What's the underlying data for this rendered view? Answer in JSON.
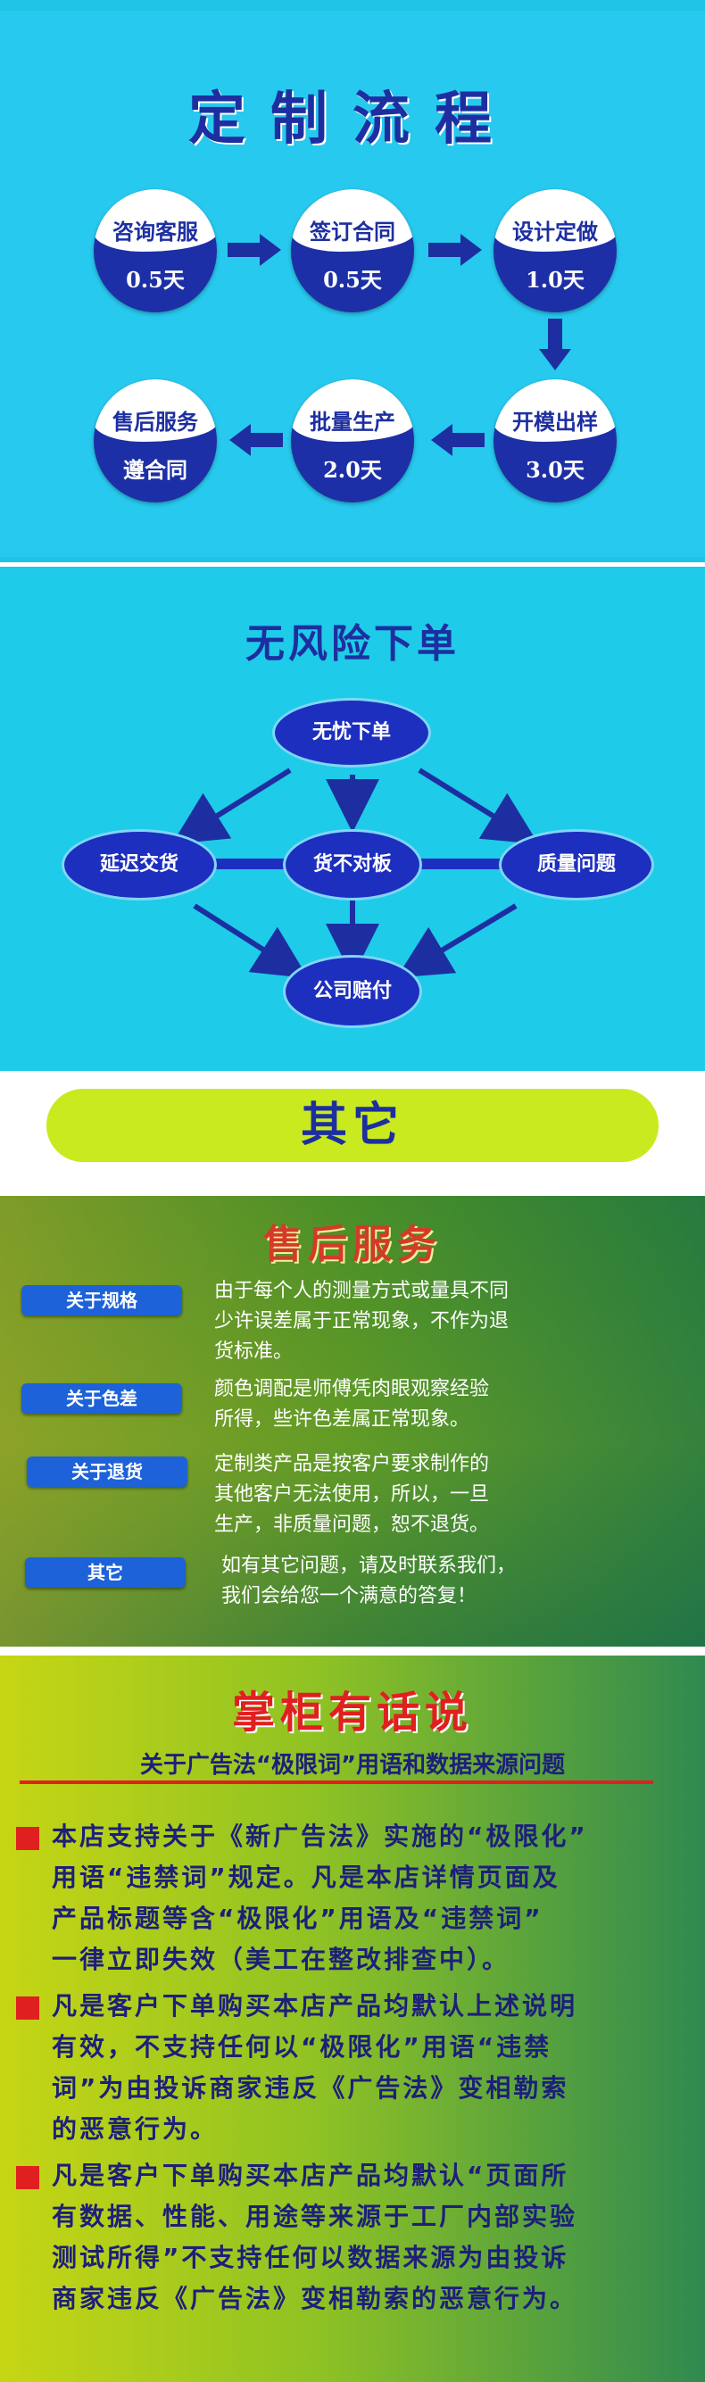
{
  "process": {
    "title": "定制流程",
    "steps": [
      {
        "name": "咨询客服",
        "value": "0.5天"
      },
      {
        "name": "签订合同",
        "value": "0.5天"
      },
      {
        "name": "设计定做",
        "value": "1.0天"
      },
      {
        "name": "开模出样",
        "value": "3.0天"
      },
      {
        "name": "批量生产",
        "value": "2.0天"
      },
      {
        "name": "售后服务",
        "value": "遵合同"
      }
    ]
  },
  "risk": {
    "title": "无风险下单",
    "nodes": {
      "top": "无忧下单",
      "left": "延迟交货",
      "center": "货不对板",
      "right": "质量问题",
      "bottom": "公司赔付"
    }
  },
  "other": {
    "title": "其它"
  },
  "after_sales": {
    "title": "售后服务",
    "items": [
      {
        "tag": "关于规格",
        "lines": [
          "由于每个人的测量方式或量具不同",
          "少许误差属于正常现象，不作为退",
          "货标准。"
        ]
      },
      {
        "tag": "关于色差",
        "lines": [
          "颜色调配是师傅凭肉眼观察经验",
          "所得，些许色差属正常现象。"
        ]
      },
      {
        "tag": "关于退货",
        "lines": [
          "定制类产品是按客户要求制作的",
          "其他客户无法使用，所以，一旦",
          "生产，非质量问题，恕不退货。"
        ]
      },
      {
        "tag": "其它",
        "lines": [
          "如有其它问题，请及时联系我们，",
          "我们会给您一个满意的答复！"
        ]
      }
    ]
  },
  "notice": {
    "title": "掌柜有话说",
    "subtitle": "关于广告法“极限词”用语和数据来源问题",
    "bullets": [
      {
        "lines": [
          "本店支持关于《新广告法》实施的“极限化”",
          "用语“违禁词”规定。凡是本店详情页面及",
          "产品标题等含“极限化”用语及“违禁词”",
          "一律立即失效（美工在整改排查中）。"
        ]
      },
      {
        "lines": [
          "凡是客户下单购买本店产品均默认上述说明",
          "有效，不支持任何以“极限化”用语“违禁",
          "词”为由投诉商家违反《广告法》变相勒索",
          "的恶意行为。"
        ]
      },
      {
        "lines": [
          "凡是客户下单购买本店产品均默认“页面所",
          "有数据、性能、用途等来源于工厂内部实验",
          "测试所得”不支持任何以数据来源为由投诉",
          "商家违反《广告法》变相勒索的恶意行为。"
        ]
      }
    ]
  },
  "colors": {
    "navy": "#1d2fa0",
    "cyan": "#27c9ee",
    "lime": "#c8ea1e",
    "red": "#e0201f",
    "tag_blue": "#1d62d8"
  }
}
